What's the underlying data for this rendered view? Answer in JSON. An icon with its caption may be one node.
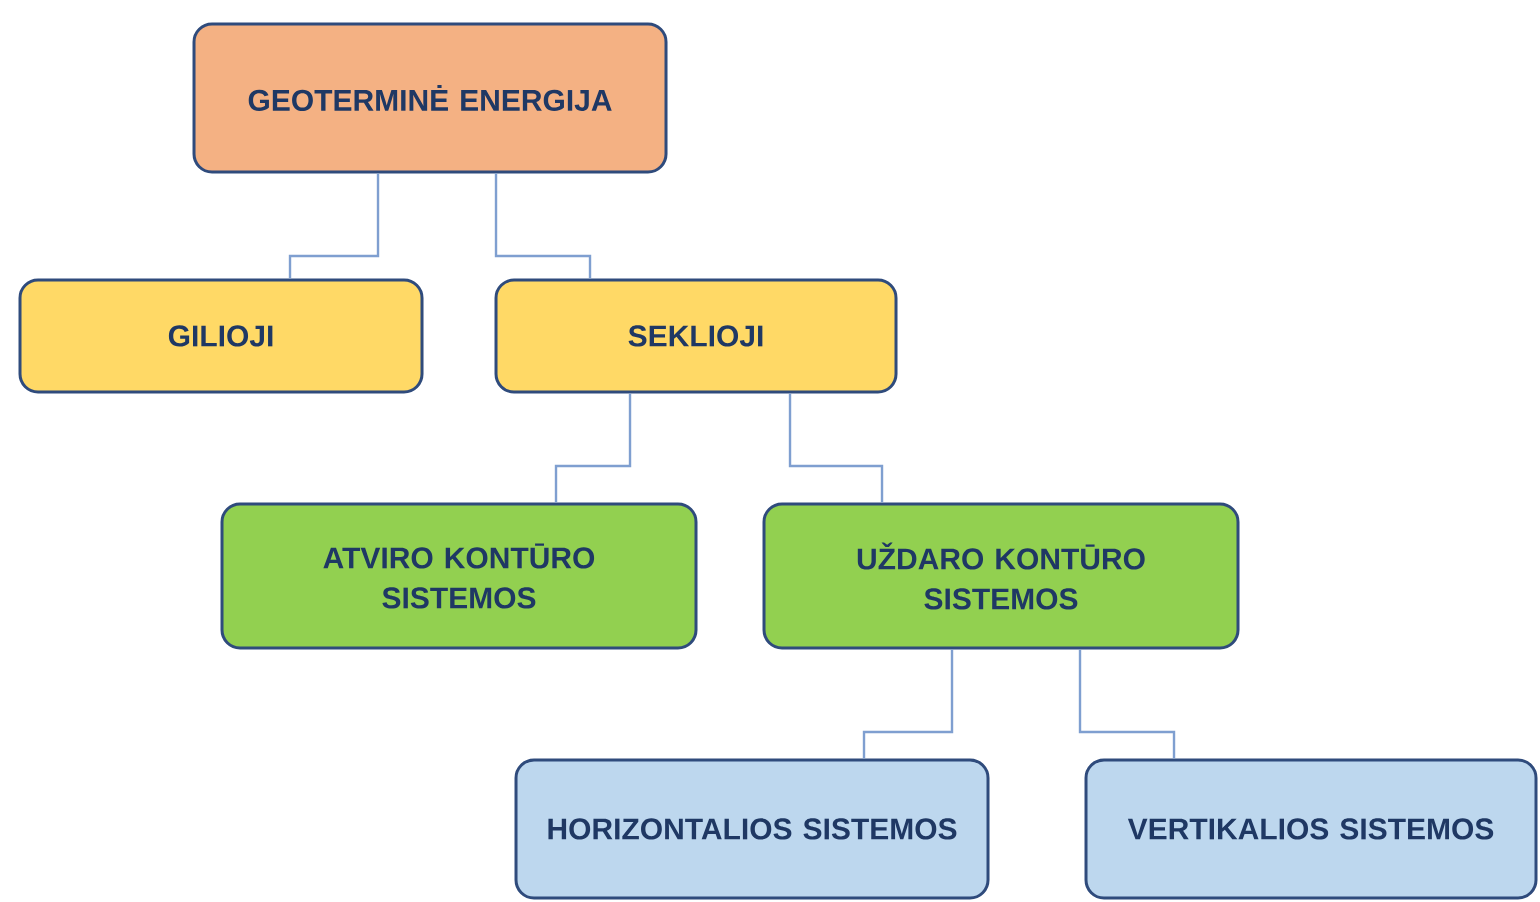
{
  "diagram": {
    "nodes": [
      {
        "text": [
          "GEOTERMINĖ ENERGIJA"
        ]
      },
      {
        "text": [
          "GILIOJI"
        ]
      },
      {
        "text": [
          "SEKLIOJI"
        ]
      },
      {
        "text": [
          "ATVIRO KONTŪRO SISTEMOS"
        ]
      },
      {
        "text": [
          "UŽDARO KONTŪRO SISTEMOS"
        ]
      },
      {
        "text": [
          "HORIZONTALIOS SISTEMOS"
        ]
      },
      {
        "text": [
          "VERTIKALIOS SISTEMOS"
        ]
      }
    ],
    "edges": [
      {
        "from": 0,
        "to": 1,
        "arrow": "none"
      },
      {
        "from": 0,
        "to": 2,
        "arrow": "none"
      },
      {
        "from": 2,
        "to": 3,
        "arrow": "none"
      },
      {
        "from": 2,
        "to": 4,
        "arrow": "none"
      },
      {
        "from": 4,
        "to": 5,
        "arrow": "none"
      },
      {
        "from": 4,
        "to": 6,
        "arrow": "none"
      }
    ]
  }
}
